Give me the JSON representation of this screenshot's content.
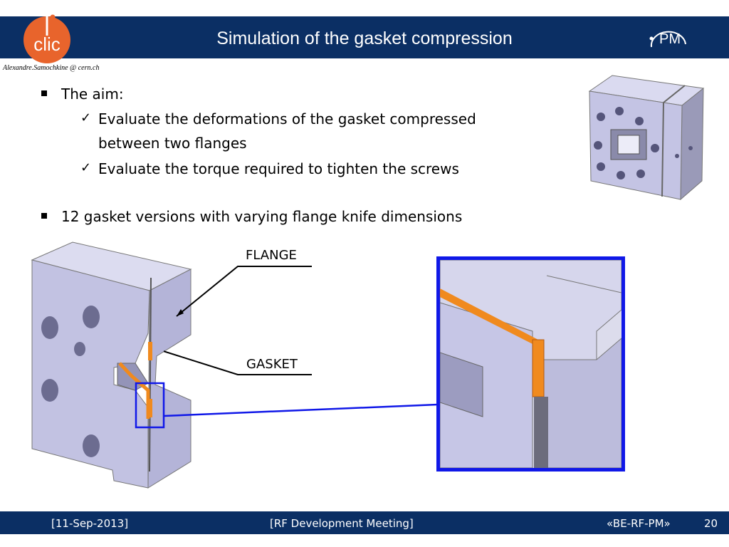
{
  "header": {
    "title": "Simulation of the gasket compression"
  },
  "author": "Alexandre.Samochkine @ cern.ch",
  "bullets": {
    "aim": "The aim:",
    "sub1_line1": "Evaluate the deformations of the gasket compressed",
    "sub1_line2": "between two flanges",
    "sub2": "Evaluate the torque required to tighten the screws",
    "versions": "12 gasket versions with varying flange knife dimensions"
  },
  "labels": {
    "flange": "FLANGE",
    "gasket": "GASKET"
  },
  "footer": {
    "date": "[11-Sep-2013]",
    "meeting": "[RF Development Meeting]",
    "group": "«BE-RF-PM»",
    "page": "20"
  },
  "icons": {
    "bullet": "square-bullet-icon",
    "check": "check-icon",
    "logo_left": "clic-logo-icon",
    "logo_right": "pm-logo-icon"
  },
  "colors": {
    "header_bg": "#0b2f64",
    "accent_blue": "#1018e8",
    "gasket": "#f08a1e",
    "metal": "#c6c6e6"
  }
}
